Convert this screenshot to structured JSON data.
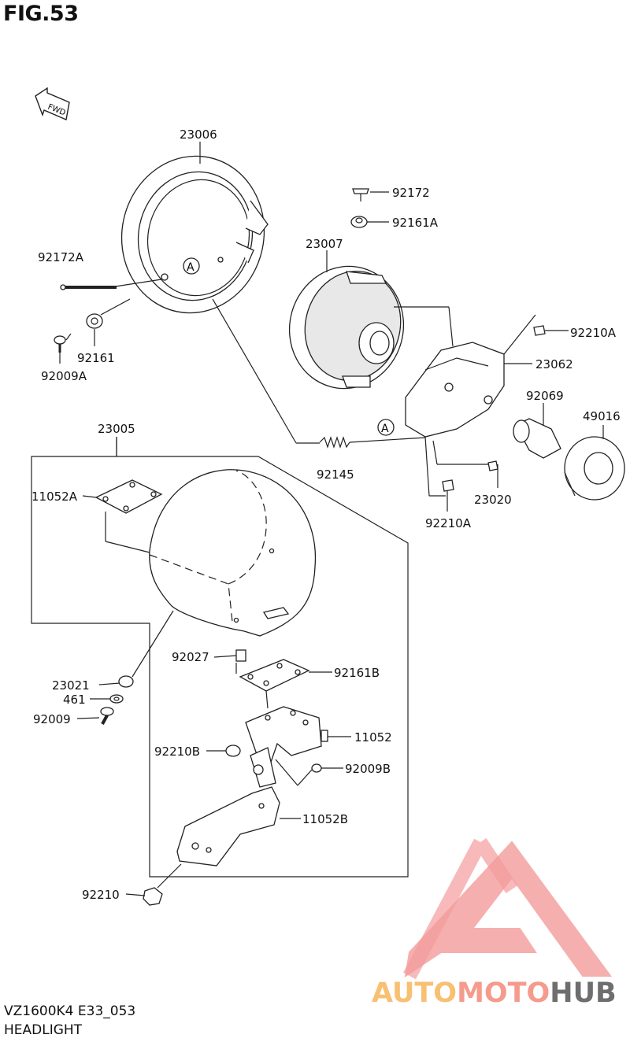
{
  "figure": {
    "title": "FIG.53",
    "model_code": "VZ1600K4 E33_053",
    "section_name": "HEADLIGHT",
    "direction_marker": "FWD",
    "reference_marker": "A"
  },
  "part_labels": {
    "p23006": "23006",
    "p92172": "92172",
    "p92161A": "92161A",
    "p23007": "23007",
    "p92172A": "92172A",
    "p92210A_top": "92210A",
    "p23062": "23062",
    "p92161": "92161",
    "p92009A": "92009A",
    "p92069": "92069",
    "p49016": "49016",
    "p23005": "23005",
    "p92145": "92145",
    "p23020": "23020",
    "p11052A": "11052A",
    "p92210A_bottom": "92210A",
    "p92027": "92027",
    "p92161B": "92161B",
    "p23021": "23021",
    "p461": "461",
    "p92009": "92009",
    "p11052": "11052",
    "p92210B": "92210B",
    "p92009B": "92009B",
    "p11052B": "11052B",
    "p92210": "92210"
  },
  "watermark": {
    "part1": "AUTO",
    "part2": "MOTO",
    "part3": "HUB",
    "colors": {
      "triangle": "#f28a8a",
      "auto": "#f7b65a",
      "moto": "#f48a7a",
      "hub": "#555555"
    }
  }
}
